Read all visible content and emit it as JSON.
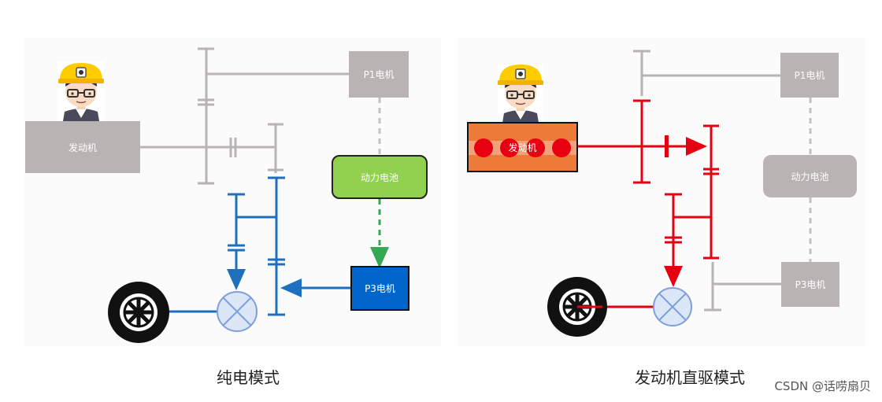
{
  "colors": {
    "gray": "#b9b3b3",
    "shaft": "#c4c0c0",
    "blue": "#1f6fbf",
    "green": "#34a853",
    "red": "#e60012",
    "battery_green": "#92d050",
    "engine_orange": "#ee7a3a",
    "p3_blue": "#0066cc",
    "diff_fill": "#dbe6f7",
    "diff_stroke": "#7f9fdc"
  },
  "left_panel": {
    "caption": "纯电模式",
    "engine_label": "发动机",
    "p1_label": "P1电机",
    "battery_label": "动力电池",
    "p3_label": "P3电机"
  },
  "right_panel": {
    "caption": "发动机直驱模式",
    "engine_label": "发动机",
    "p1_label": "P1电机",
    "battery_label": "动力电池",
    "p3_label": "P3电机"
  },
  "watermark": "CSDN @话唠扇贝"
}
